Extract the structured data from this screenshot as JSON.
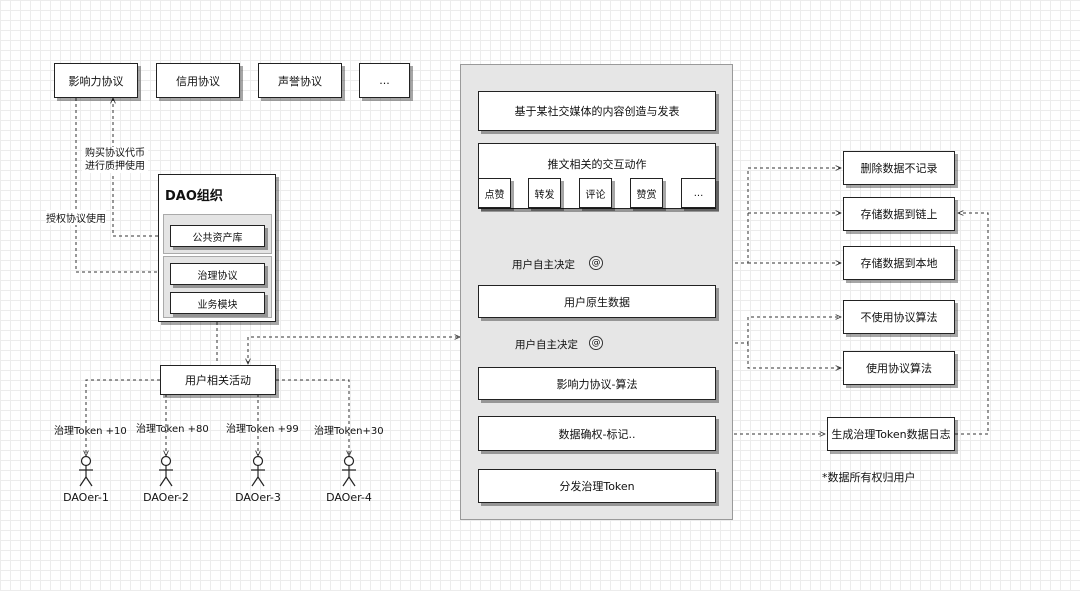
{
  "protocols": {
    "influence": "影响力协议",
    "credit": "信用协议",
    "reputation": "声誉协议",
    "more": "..."
  },
  "edge_labels": {
    "buy_tokens": "购买协议代币\n进行质押使用",
    "authorize": "授权协议使用"
  },
  "dao": {
    "title": "DAO组织",
    "public_assets": "公共资产库",
    "governance": "治理协议",
    "business": "业务模块"
  },
  "user_activity": "用户相关活动",
  "users": [
    {
      "name": "DAOer-1",
      "reward": "治理Token +10"
    },
    {
      "name": "DAOer-2",
      "reward": "治理Token +80"
    },
    {
      "name": "DAOer-3",
      "reward": "治理Token +99"
    },
    {
      "name": "DAOer-4",
      "reward": "治理Token+30"
    }
  ],
  "flow": {
    "content_creation": "基于某社交媒体的内容创造与发表",
    "interaction_title": "推文相关的交互动作",
    "actions": [
      "点赞",
      "转发",
      "评论",
      "赞赏",
      "..."
    ],
    "user_decides_1": "用户自主决定",
    "native_data": "用户原生数据",
    "user_decides_2": "用户自主决定",
    "algorithm": "影响力协议-算法",
    "confirm": "数据确权-标记..",
    "distribute": "分发治理Token",
    "at_symbol": "@"
  },
  "storage_options": [
    "删除数据不记录",
    "存储数据到链上",
    "存储数据到本地"
  ],
  "algorithm_options": [
    "不使用协议算法",
    "使用协议算法"
  ],
  "log": "生成治理Token数据日志",
  "note": "*数据所有权归用户"
}
